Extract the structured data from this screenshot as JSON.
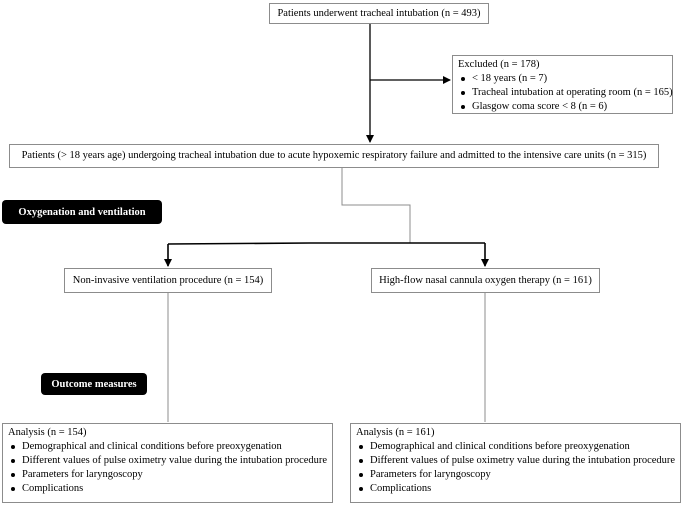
{
  "colors": {
    "label_bg": "#000000",
    "border": "#8c8c8c",
    "line_thin": "#8c8c8c",
    "line_bold": "#000000"
  },
  "boxes": {
    "top": {
      "text": "Patients underwent tracheal intubation (n = 493)"
    },
    "excluded": {
      "title": "Excluded (n = 178)",
      "items": [
        "< 18 years (n = 7)",
        "Tracheal intubation at operating room (n = 165)",
        "Glasgow coma score < 8 (n = 6)"
      ]
    },
    "admitted": {
      "text": "Patients (> 18 years age) undergoing tracheal intubation due to acute hypoxemic respiratory failure and admitted to the intensive care units (n = 315)"
    },
    "niv": {
      "text": "Non-invasive ventilation procedure (n = 154)"
    },
    "hfnc": {
      "text": "High-flow nasal cannula oxygen therapy (n = 161)"
    },
    "analysis_left": {
      "title": "Analysis (n = 154)",
      "items": [
        "Demographical and clinical conditions before preoxygenation",
        "Different values of pulse oximetry value during the intubation procedure",
        "Parameters for laryngoscopy",
        "Complications"
      ]
    },
    "analysis_right": {
      "title": "Analysis (n = 161)",
      "items": [
        "Demographical and clinical conditions before preoxygenation",
        "Different values of pulse oximetry value during the intubation procedure",
        "Parameters for laryngoscopy",
        "Complications"
      ]
    }
  },
  "labels": {
    "oxygenation": "Oxygenation and ventilation",
    "outcome": "Outcome measures"
  }
}
